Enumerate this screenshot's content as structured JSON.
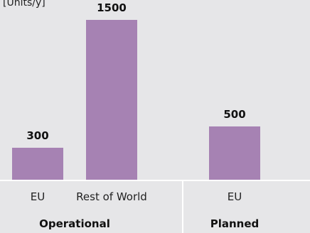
{
  "chart_data": {
    "type": "bar",
    "unit_label": "[Units/y]",
    "categories": [
      "EU",
      "Rest of World",
      "EU"
    ],
    "values": [
      300,
      1500,
      500
    ],
    "groups": [
      {
        "label": "Operational",
        "members": [
          0,
          1
        ]
      },
      {
        "label": "Planned",
        "members": [
          2
        ]
      }
    ],
    "ylim": [
      0,
      1500
    ],
    "grid": false,
    "bar_color": "#a682b3",
    "background": "#e6e6e8",
    "divider_color": "#ffffff"
  }
}
